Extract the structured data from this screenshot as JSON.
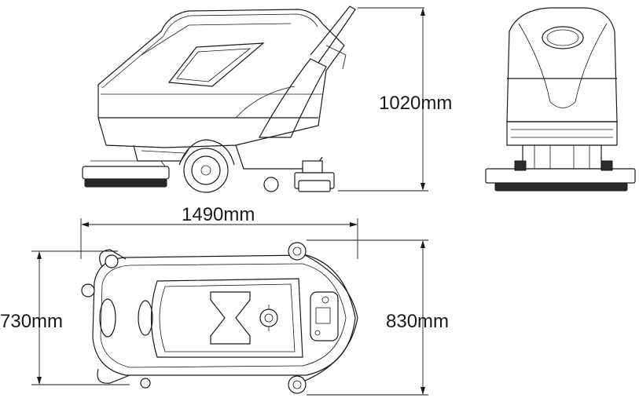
{
  "dimensions": {
    "height": "1020mm",
    "length": "1490mm",
    "width_brush": "730mm",
    "width_overall": "830mm"
  }
}
